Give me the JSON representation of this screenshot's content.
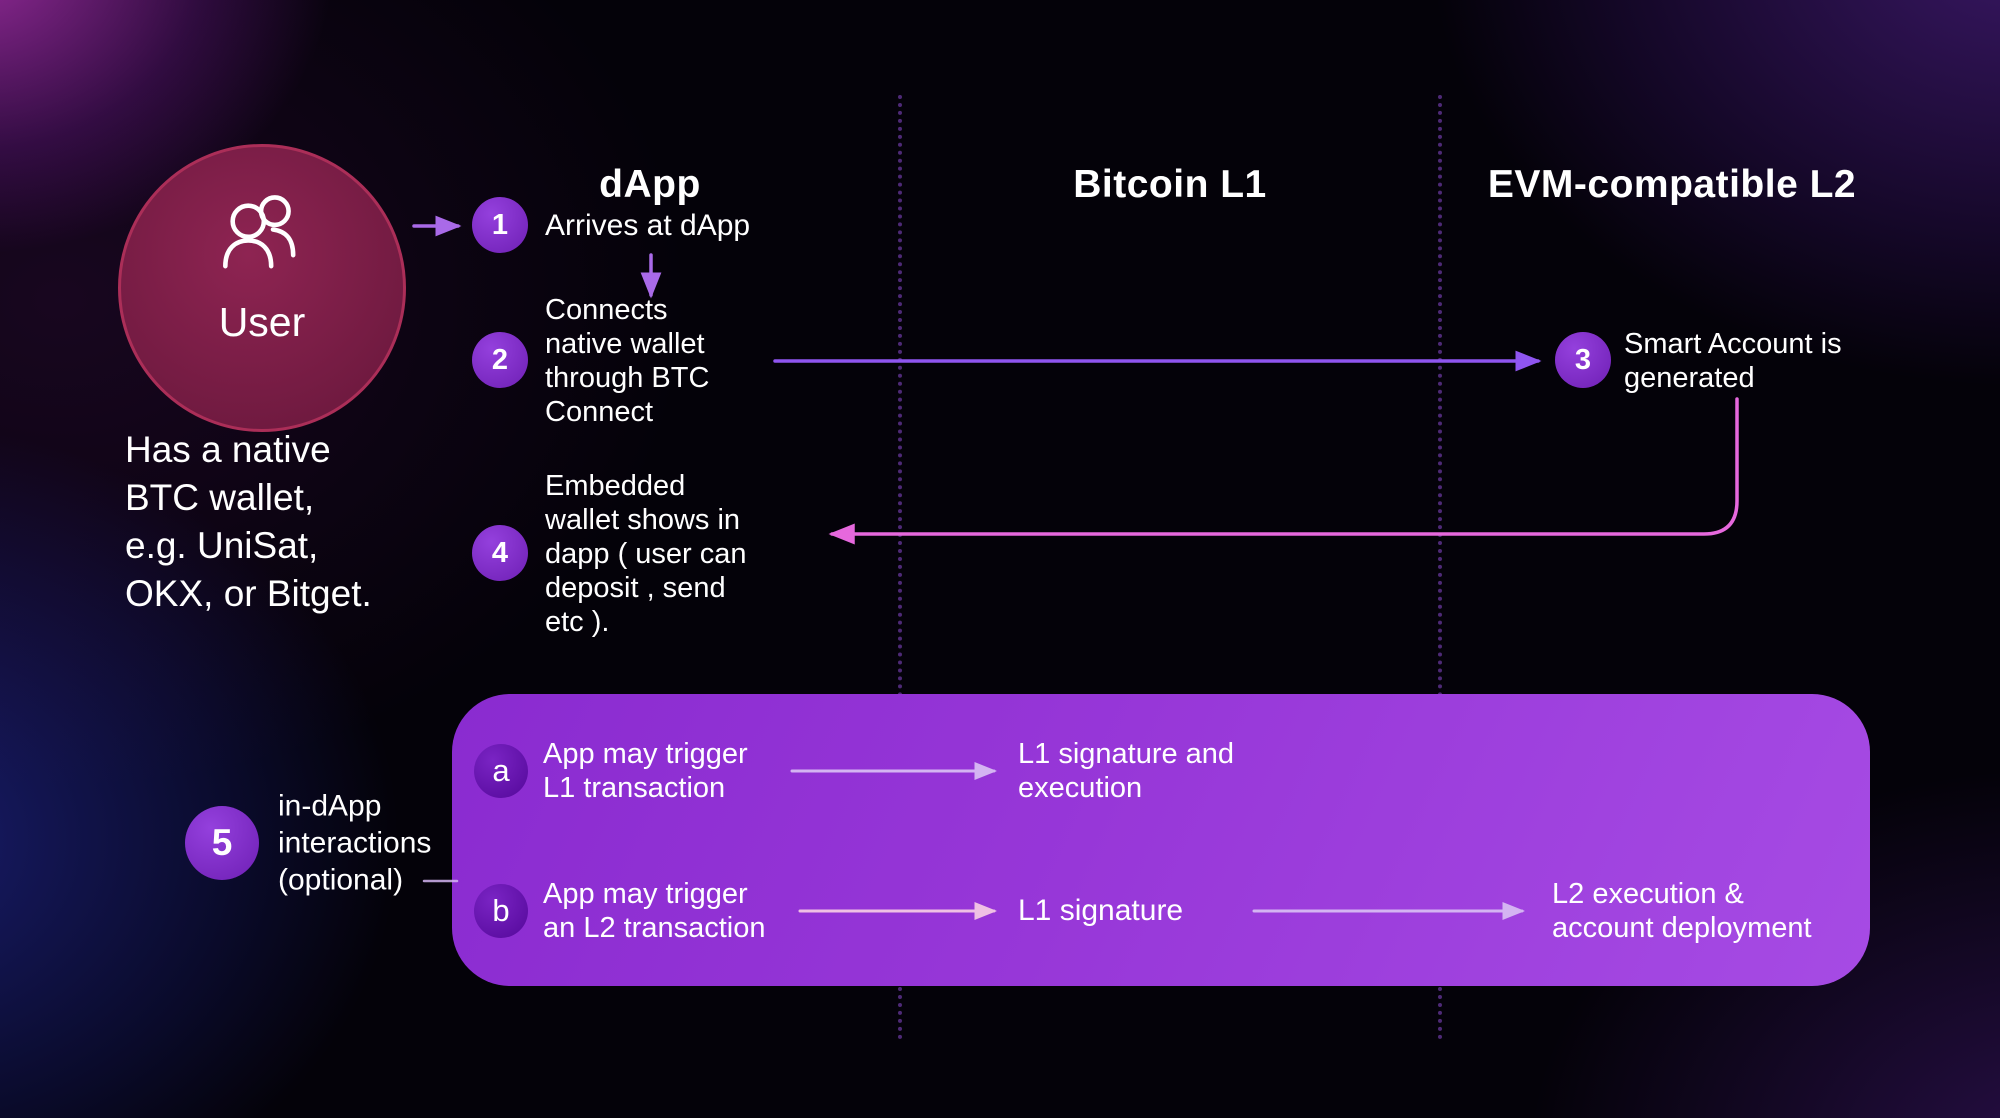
{
  "theme": {
    "background": "#040209",
    "text": "#ffffff",
    "badge_purple": "#7e2cc6",
    "badge_dark_purple": "#5c0fa4",
    "user_circle_fill": "#7c1e47",
    "user_circle_ring": "#ab2e58",
    "box_purple_start": "#8a2bd0",
    "box_purple_end": "#a64be4",
    "separator_purple": "#8a4ad0",
    "arrow_purple": "#a96ae8",
    "arrow_violet": "#8f55f0",
    "arrow_pink": "#e668dd",
    "arrow_lavender": "#d4b4f2",
    "arrow_pale_pink": "#efc0e4"
  },
  "columns": [
    {
      "label": "dApp"
    },
    {
      "label": "Bitcoin L1"
    },
    {
      "label": "EVM-compatible L2"
    }
  ],
  "user": {
    "label": "User",
    "description": "Has a native\nBTC wallet,\ne.g. UniSat,\nOKX, or Bitget."
  },
  "steps": {
    "s1": {
      "badge": "1",
      "text": "Arrives at dApp"
    },
    "s2": {
      "badge": "2",
      "text": "Connects\nnative wallet\nthrough BTC\nConnect"
    },
    "s3": {
      "badge": "3",
      "text": "Smart Account is\ngenerated"
    },
    "s4": {
      "badge": "4",
      "text": "Embedded\nwallet shows in\ndapp ( user can\ndeposit , send\netc )."
    },
    "s5": {
      "badge": "5",
      "text": "in-dApp\ninteractions\n(optional)"
    }
  },
  "optional_box": {
    "a": {
      "badge": "a",
      "text": "App may trigger\nL1 transaction",
      "result": "L1 signature and\nexecution"
    },
    "b": {
      "badge": "b",
      "text": "App may trigger\nan L2 transaction",
      "result1": "L1 signature",
      "result2": "L2 execution &\naccount deployment"
    }
  }
}
